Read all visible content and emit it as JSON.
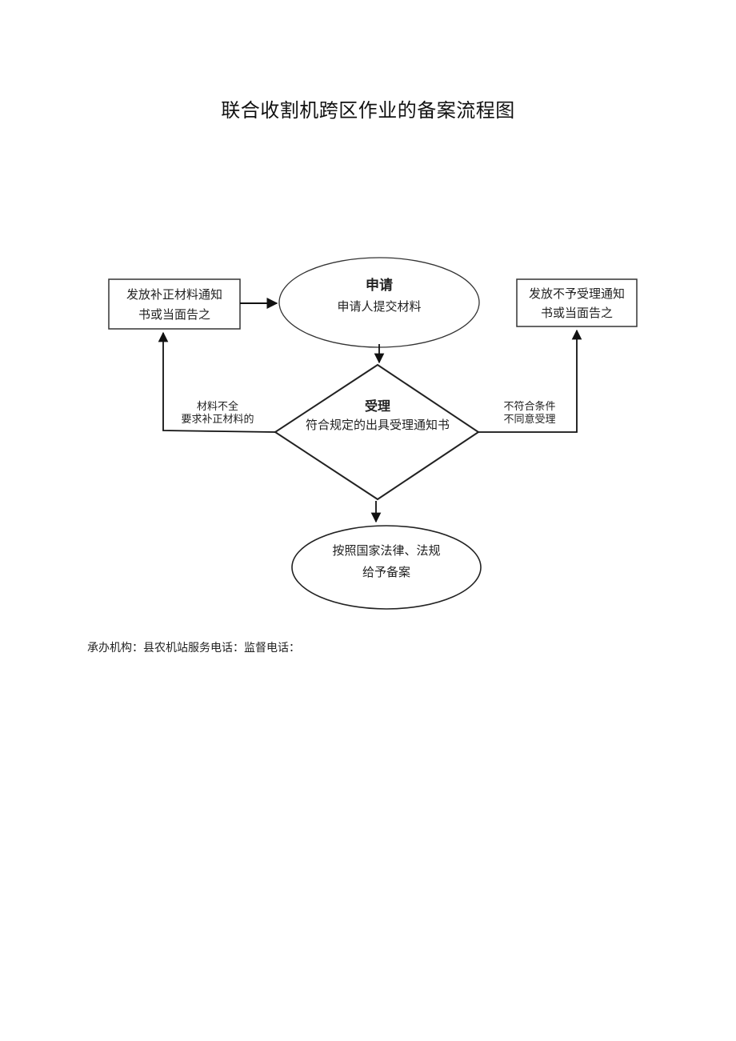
{
  "title": "联合收割机跨区作业的备案流程图",
  "flow": {
    "apply": {
      "heading": "申请",
      "text": "申请人提交材料"
    },
    "accept": {
      "heading": "受理",
      "text": "符合规定的出具受理通知书"
    },
    "supplement_notice": {
      "line1": "发放补正材料通知",
      "line2": "书或当面告之"
    },
    "reject_notice": {
      "line1": "发放不予受理通知",
      "line2": "书或当面告之"
    },
    "left_branch_label": {
      "line1": "材料不全",
      "line2": "要求补正材料的"
    },
    "right_branch_label": {
      "line1": "不符合条件",
      "line2": "不同意受理"
    },
    "record": {
      "line1": "按照国家法律、法规",
      "line2": "给予备案"
    }
  },
  "footer": "承办机构：县农机站服务电话：监督电话："
}
